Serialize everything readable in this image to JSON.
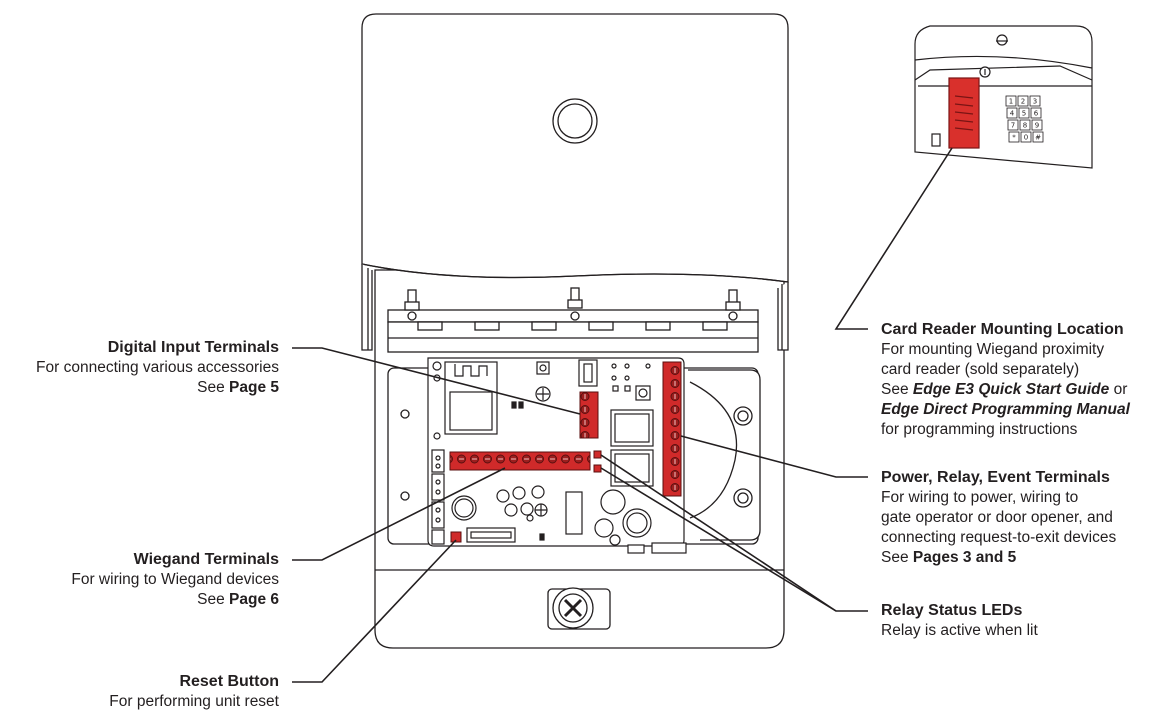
{
  "callouts": {
    "digital_input": {
      "title": "Digital Input Terminals",
      "line1": "For connecting various accessories",
      "see_prefix": "See ",
      "see_ref": "Page 5"
    },
    "wiegand": {
      "title": "Wiegand Terminals",
      "line1": "For wiring to Wiegand devices",
      "see_prefix": "See ",
      "see_ref": "Page 6"
    },
    "reset": {
      "title": "Reset Button",
      "line1": "For performing unit reset"
    },
    "card_reader": {
      "title": "Card Reader Mounting Location",
      "line1": "For mounting Wiegand proximity",
      "line2": "card reader (sold separately)",
      "line3_prefix": "See ",
      "line3_ref": "Edge E3 Quick Start Guide",
      "line3_suffix": " or",
      "line4_ref": "Edge Direct Programming Manual",
      "line5": "for programming instructions"
    },
    "power_relay": {
      "title": "Power, Relay, Event Terminals",
      "line1": "For wiring to power, wiring to",
      "line2": "gate operator or door opener, and",
      "line3": "connecting request-to-exit devices",
      "see_prefix": "See ",
      "see_ref": "Pages 3 and 5"
    },
    "relay_leds": {
      "title": "Relay Status LEDs",
      "line1": "Relay is active when lit"
    }
  },
  "keypad_keys": [
    "1",
    "2",
    "3",
    "4",
    "5",
    "6",
    "7",
    "8",
    "9",
    "*",
    "0",
    "#"
  ],
  "colors": {
    "outline": "#231f20",
    "terminal_red": "#d02a2a",
    "terminal_dark": "#8a1a1a",
    "fill_light": "#ffffff",
    "reader_red": "#d9302c"
  }
}
